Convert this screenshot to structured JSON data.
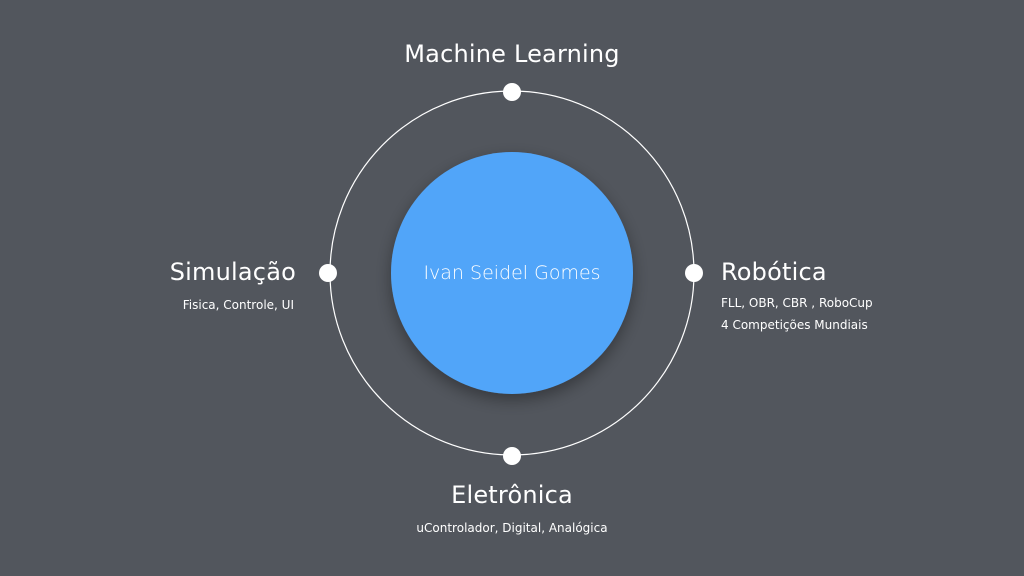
{
  "colors": {
    "background": "#52565d",
    "center_fill": "#51a5f9",
    "ring_stroke": "#ffffff",
    "node_fill": "#ffffff",
    "text": "#ffffff"
  },
  "center": {
    "label": "Ivan Seidel Gomes"
  },
  "nodes": {
    "top": {
      "title": "Machine Learning"
    },
    "right": {
      "title": "Robótica",
      "details": [
        "FLL, OBR, CBR , RoboCup",
        "4 Competições Mundiais"
      ]
    },
    "bottom": {
      "title": "Eletrônica",
      "details": [
        "uControlador, Digital, Analógica"
      ]
    },
    "left": {
      "title": "Simulação",
      "details": [
        "Fisica, Controle, UI"
      ]
    }
  }
}
